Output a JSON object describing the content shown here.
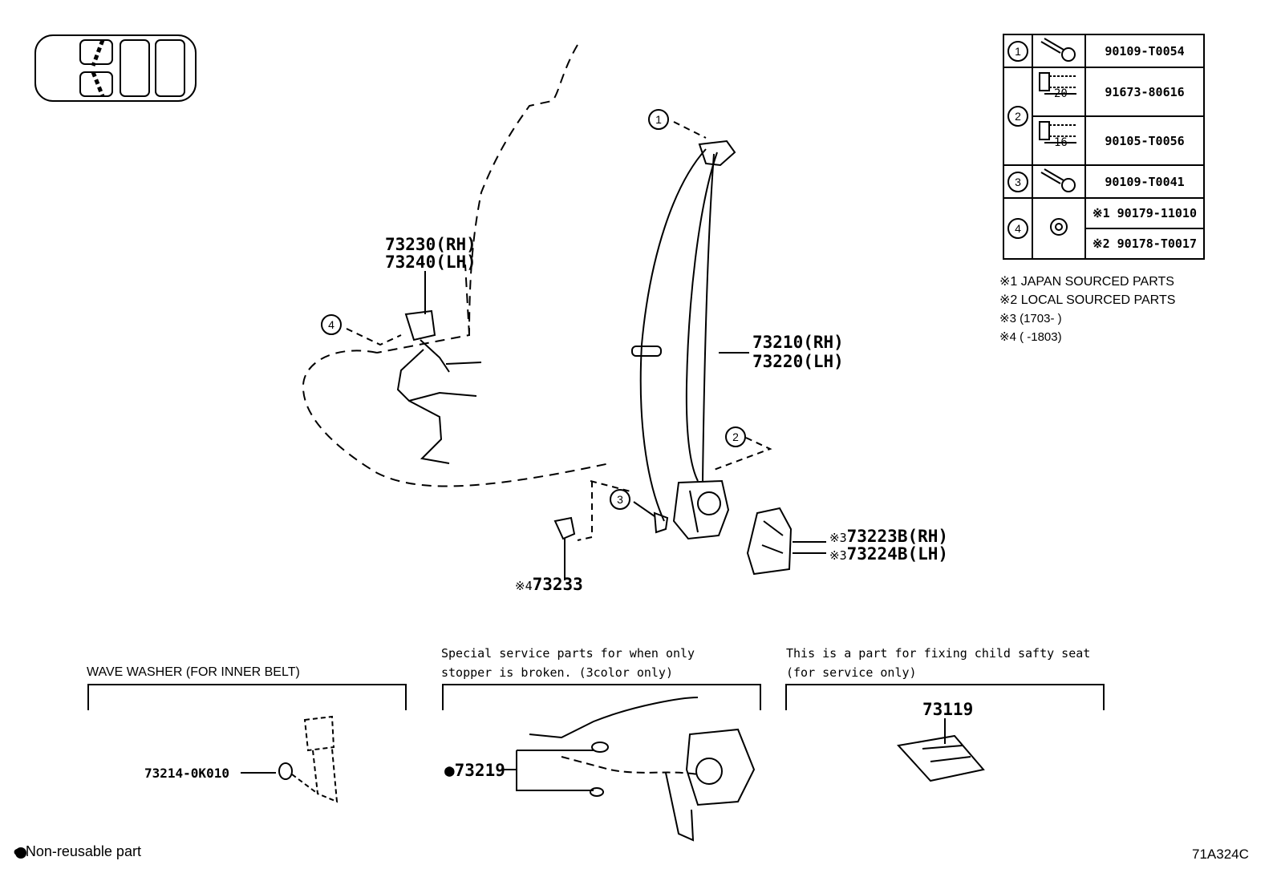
{
  "callouts": {
    "c1": "1",
    "c2": "2",
    "c3": "3",
    "c4": "4"
  },
  "labels": {
    "buckle_rh": "73230(RH)",
    "buckle_lh": "73240(LH)",
    "belt_rh": "73210(RH)",
    "belt_lh": "73220(LH)",
    "cover_rh": "73223B(RH)",
    "cover_lh": "73224B(LH)",
    "cover_mark": "※3",
    "clip": "73233",
    "clip_mark": "※4"
  },
  "parts_table": {
    "rows": [
      {
        "ref": "1",
        "pn": "90109-T0054"
      },
      {
        "ref": "2",
        "pn": "91673-80616",
        "dim": "20"
      },
      {
        "ref": "2",
        "pn": "90105-T0056",
        "dim": "16"
      },
      {
        "ref": "3",
        "pn": "90109-T0041"
      },
      {
        "ref": "4",
        "pn": "90179-11010",
        "mark": "※1"
      },
      {
        "ref": "4",
        "pn": "90178-T0017",
        "mark": "※2"
      }
    ]
  },
  "notes": [
    "※1 JAPAN SOURCED PARTS",
    "※2 LOCAL SOURCED PARTS",
    "※3 (1703-      )",
    "※4 (      -1803)"
  ],
  "sections": {
    "wave": {
      "title": "WAVE WASHER (FOR INNER BELT)",
      "part": "73214-0K010"
    },
    "special": {
      "title_1": "Special service parts for when only",
      "title_2": "stopper is broken. (3color only)",
      "part": "●73219"
    },
    "child": {
      "title_1": "This is a part for fixing child safty seat",
      "title_2": "(for service only)",
      "part": "73119"
    }
  },
  "footer": {
    "legend": "● Non-reusable part",
    "code": "71A324C"
  }
}
